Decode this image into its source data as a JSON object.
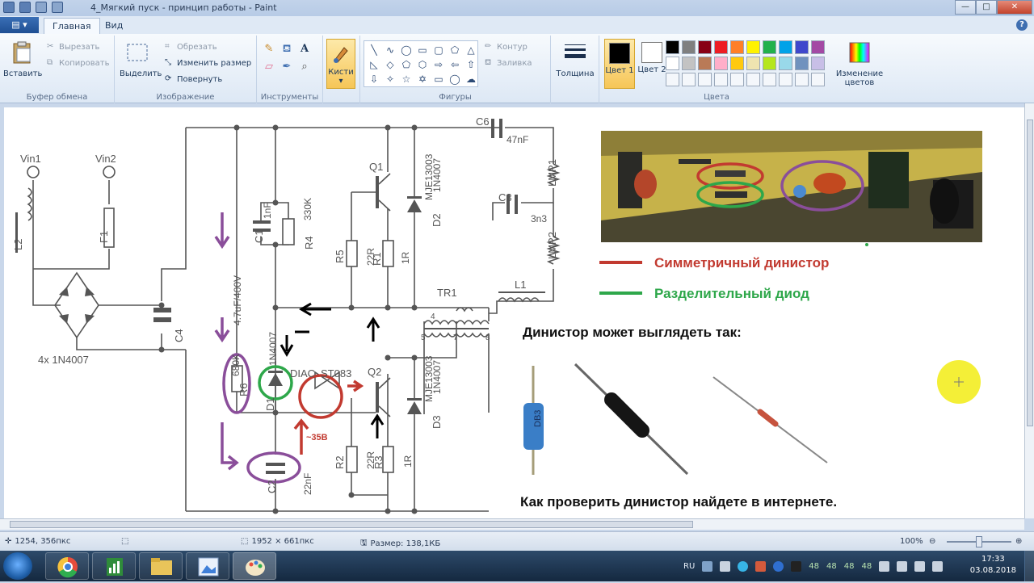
{
  "window": {
    "title": "4_Мягкий пуск - принцип работы - Paint",
    "controls": {
      "minimize": "—",
      "maximize": "□",
      "close": "✕"
    }
  },
  "tabs": {
    "menu": "▤ ▾",
    "home": "Главная",
    "view": "Вид"
  },
  "ribbon": {
    "clipboard": {
      "label": "Буфер обмена",
      "paste": "Вставить",
      "cut": "Вырезать",
      "copy": "Копировать"
    },
    "image": {
      "label": "Изображение",
      "select": "Выделить",
      "crop": "Обрезать",
      "resize": "Изменить размер",
      "rotate": "Повернуть"
    },
    "tools": {
      "label": "Инструменты"
    },
    "brushes": {
      "label": "Кисти"
    },
    "shapes": {
      "label": "Фигуры",
      "outline": "Контур",
      "fill": "Заливка"
    },
    "size": {
      "label": "Толщина"
    },
    "colors": {
      "label": "Цвета",
      "color1": "Цвет 1",
      "color2": "Цвет 2",
      "edit": "Изменение цветов",
      "palette_row1": [
        "#000000",
        "#7f7f7f",
        "#880015",
        "#ed1c24",
        "#ff7f27",
        "#fff200",
        "#22b14c",
        "#00a2e8",
        "#3f48cc",
        "#a349a4"
      ],
      "palette_row2": [
        "#ffffff",
        "#c3c3c3",
        "#b97a57",
        "#ffaec9",
        "#ffc90e",
        "#efe4b0",
        "#b5e61d",
        "#99d9ea",
        "#7092be",
        "#c8bfe7"
      ]
    }
  },
  "canvas": {
    "schematic": {
      "vin1": "Vin1",
      "vin2": "Vin2",
      "l2": "L2",
      "f1": "F1",
      "bridge": "4x 1N4007",
      "c4": "C4",
      "c4_val": "4.7uF/400V",
      "c1": "C1",
      "c1_val": "1nF",
      "r4": "R4",
      "r4_val": "330K",
      "q1": "Q1",
      "q1_part": "MJE13003",
      "d2": "D2",
      "d2_part": "1N4007",
      "r5": "R5",
      "r5_val": "22R",
      "r1": "R1",
      "r1_val": "1R",
      "c6": "C6",
      "c6_val": "47nF",
      "lmp1": "LMP1",
      "c3": "C3",
      "c3_val": "3n3",
      "lmp2": "LMP2",
      "tr1": "TR1",
      "l1": "L1",
      "r6": "R6",
      "r6_val": "680K",
      "d1": "D1",
      "d1_part": "1N4007",
      "diac": "DIAC",
      "diac_part": "ST083",
      "q2": "Q2",
      "q2_part": "MJE13003",
      "d3": "D3",
      "d3_part": "1N4007",
      "r2": "R2",
      "r2_val": "22R",
      "r3": "R3",
      "r3_val": "1R",
      "c2": "C2",
      "c2_val": "22nF",
      "voltage": "~35В",
      "pin4": "4",
      "pin5": "5",
      "pin7": "7",
      "pin8": "8"
    },
    "legend": {
      "sym_dinistor": "Симметричный динистор",
      "sep_diode": "Разделительный диод"
    },
    "text1": "Динистор может выглядеть так:",
    "text2": "Как проверить динистор найдете в интернете.",
    "db3_marking": "DB3"
  },
  "status": {
    "cursor_pos": "1254, 356пкс",
    "image_size": "1952 × 661пкс",
    "file_size": "Размер: 138,1КБ",
    "zoom": "100%"
  },
  "taskbar": {
    "lang": "RU",
    "tray_nums": [
      "48",
      "48",
      "48",
      "48"
    ],
    "time": "17:33",
    "date": "03.08.2018"
  }
}
